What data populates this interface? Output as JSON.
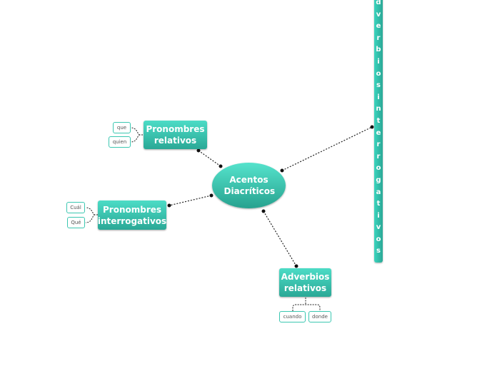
{
  "central": {
    "label": "Acentos Diacríticos"
  },
  "topics": {
    "pronombres_relativos": {
      "label": "Pronombres relativos",
      "leaves": [
        "que",
        "quien"
      ]
    },
    "pronombres_interrogativos": {
      "label": "Pronombres interrogativos",
      "leaves": [
        "Cuál",
        "Qué"
      ]
    },
    "adverbios_relativos": {
      "label": "Adverbios relativos",
      "leaves": [
        "cuando",
        "donde"
      ]
    },
    "adverbios_interrogativos": {
      "label": "dverbiosinterrogativos"
    }
  },
  "colors": {
    "node_top": "#4cdcc6",
    "node_bottom": "#2aa896",
    "leaf_border": "#3bc7b1",
    "link": "#222222"
  }
}
